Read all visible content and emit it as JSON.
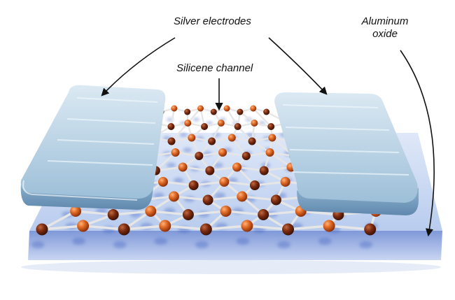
{
  "labels": {
    "silver_electrodes": "Silver electrodes",
    "silicene_channel": "Silicene channel",
    "aluminum_oxide_line1": "Aluminum",
    "aluminum_oxide_line2": "oxide"
  },
  "colors": {
    "substrate": "#a9c0ea",
    "electrode": "#a8c6de",
    "atom": "#c8561c",
    "bond": "#e6e6e6"
  }
}
